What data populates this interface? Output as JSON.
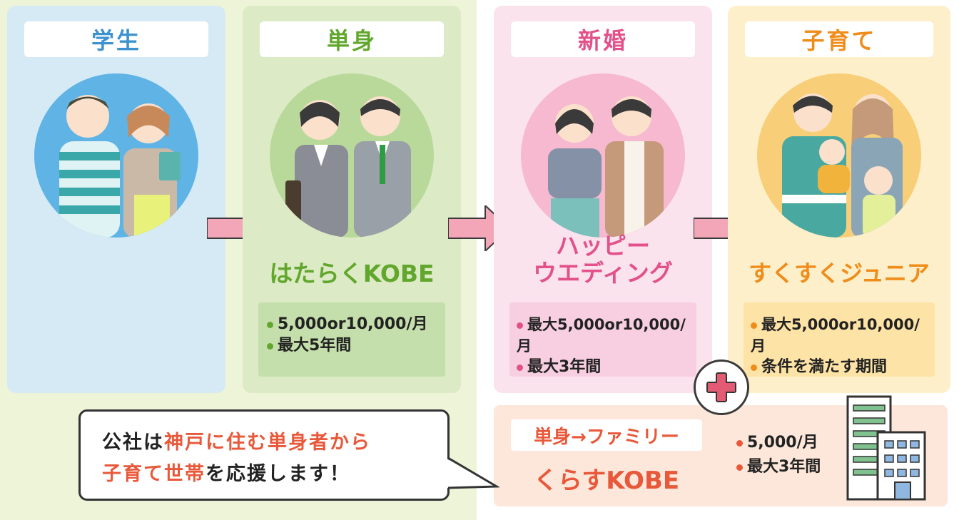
{
  "columns": {
    "student": {
      "title": "学生"
    },
    "single": {
      "title": "単身",
      "program": "はたらくKOBE",
      "details": [
        "5,000or10,000/月",
        "最大5年間"
      ]
    },
    "married": {
      "title": "新婚",
      "program_line1": "ハッピー",
      "program_line2": "ウエディング",
      "details": [
        "最大5,000or10,000/月",
        "最大3年間"
      ]
    },
    "child": {
      "title": "子育て",
      "program": "すくすくジュニア",
      "details": [
        "最大5,000or10,000/月",
        "条件を満たす期間"
      ]
    }
  },
  "bottom": {
    "label": "単身→ファミリー",
    "program": "くらすKOBE",
    "details": [
      "5,000/月",
      "最大3年間"
    ]
  },
  "speech": {
    "part1": "公社は",
    "highlight1": "神戸に住む単身者から",
    "highlight2": "子育て世帯",
    "part2": "を応援します！"
  },
  "colors": {
    "student": "#3c93cf",
    "single": "#62a72d",
    "married": "#e2518a",
    "child": "#ef8c1a",
    "bottom": "#e8583a",
    "arrow": "#f2a6b8"
  }
}
